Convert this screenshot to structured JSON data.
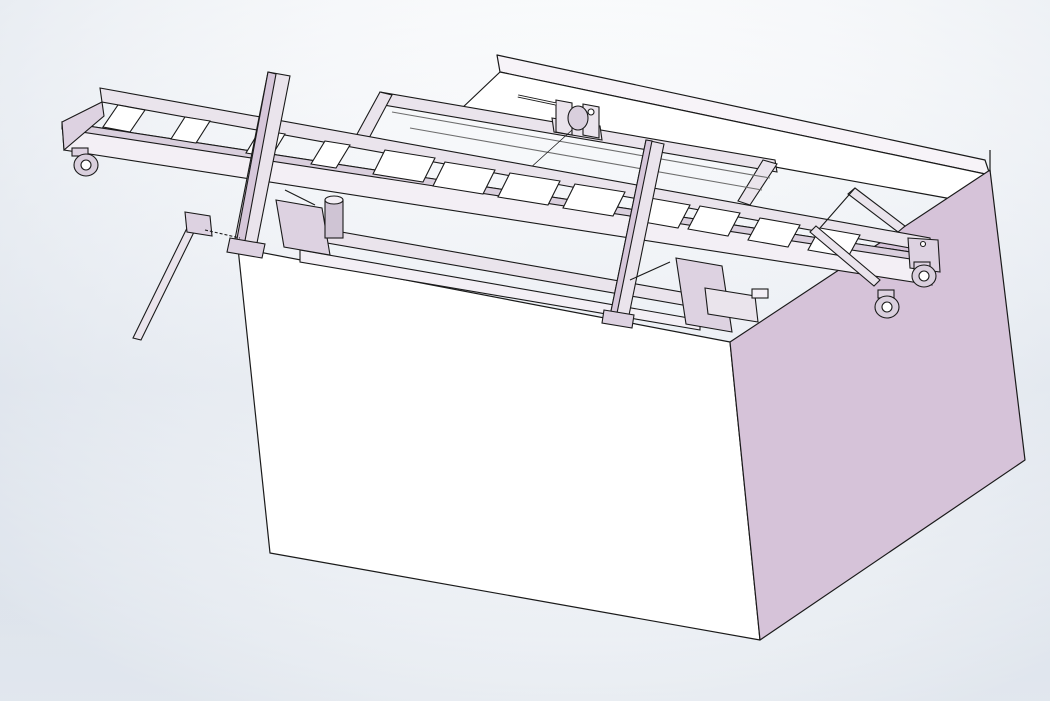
{
  "scene": {
    "type": "cad-3d-model-render",
    "background_colors": [
      "#ffffff",
      "#d5dde8"
    ],
    "colors": {
      "edge": "#1a1a1a",
      "face_front": "#ffffff",
      "face_side": "#d6c3d9",
      "face_top": "#f7f3f8",
      "steel": "#eae4ec",
      "steel_dark": "#b9a9be"
    },
    "components": [
      "background-gradient",
      "pit-box",
      "support-frame",
      "winch",
      "ladder-rail",
      "leg-posts",
      "caster-wheels",
      "handle-rod",
      "side-brace"
    ]
  }
}
